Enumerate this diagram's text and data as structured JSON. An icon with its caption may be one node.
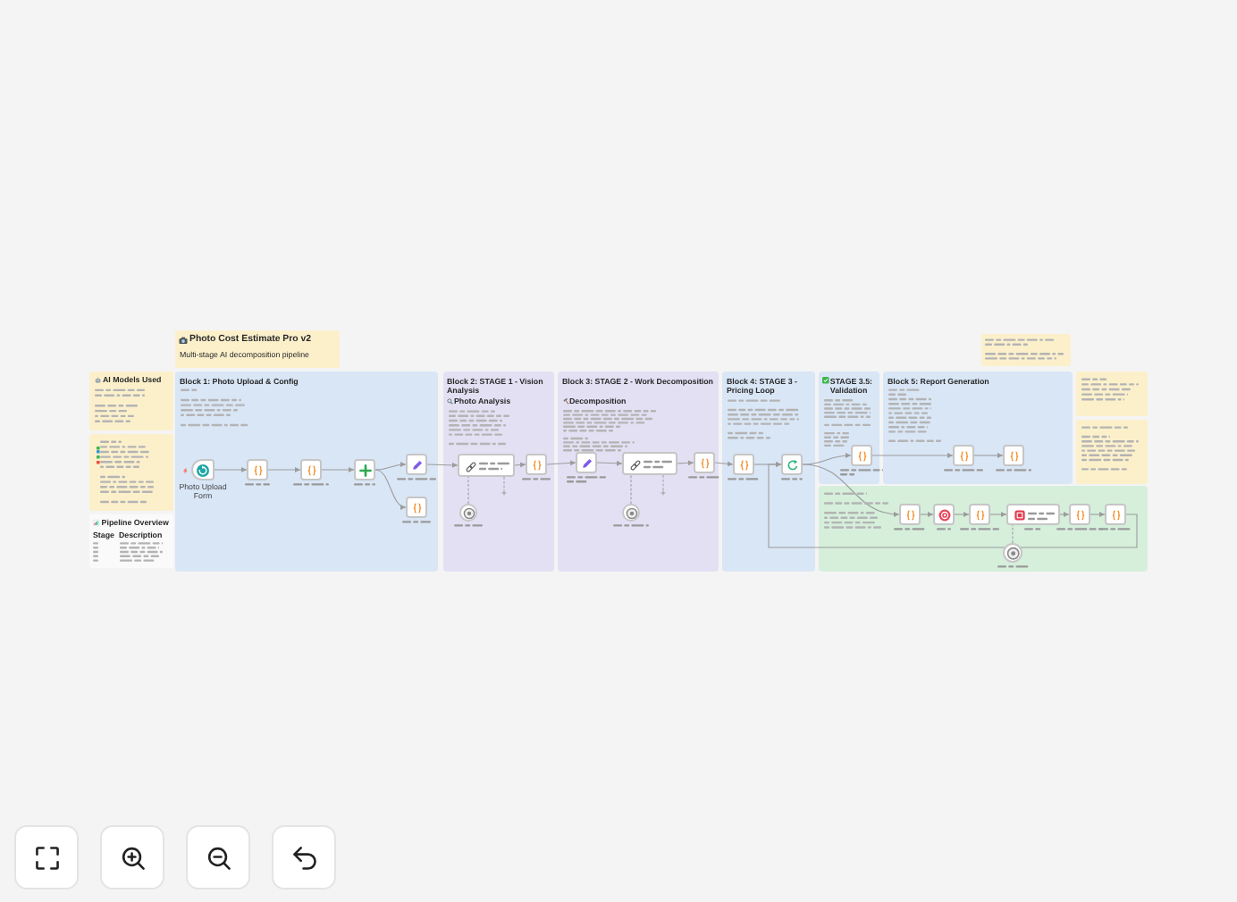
{
  "diagram": {
    "nodes": [
      {
        "text": [
          "Photo Cost Estimate Pro v2",
          "Multi-stage AI decomposition pipeline"
        ]
      },
      {
        "text": [
          "AI Models Used"
        ]
      },
      {
        "text": [],
        "shape": "box"
      },
      {
        "text": [
          "Pipeline Overview",
          "Stage",
          "Description"
        ]
      },
      {
        "text": [
          "Block 1: Photo Upload & Config"
        ]
      },
      {
        "text": [
          "Block 2: STAGE 1 - Vision Analysis",
          "Photo Analysis"
        ]
      },
      {
        "text": [
          "Block 3: STAGE 2 - Work Decomposition",
          "Decomposition"
        ]
      },
      {
        "text": [
          "Block 4: STAGE 3 - Pricing Loop"
        ]
      },
      {
        "text": [
          "STAGE 3.5: Validation"
        ]
      },
      {
        "text": [
          "Block 5: Report Generation"
        ]
      },
      {
        "text": [],
        "shape": "box"
      },
      {
        "text": [],
        "shape": "box"
      },
      {
        "text": [],
        "shape": "box"
      },
      {
        "text": [],
        "shape": "box"
      },
      {
        "text": [],
        "shape": "box",
        "in": 4,
        "beside": [
          "Photo Upload Form"
        ]
      },
      {
        "text": [],
        "shape": "box",
        "in": 4
      },
      {
        "text": [],
        "shape": "box",
        "in": 4
      },
      {
        "text": [],
        "shape": "box",
        "in": 4
      },
      {
        "text": [],
        "shape": "box",
        "in": 4
      },
      {
        "text": [],
        "shape": "box",
        "in": 4
      },
      {
        "text": [],
        "shape": "box",
        "in": 5
      },
      {
        "text": [],
        "shape": "circle",
        "in": 5
      },
      {
        "text": [],
        "shape": "box",
        "in": 5
      },
      {
        "text": [],
        "shape": "box",
        "in": 6
      },
      {
        "text": [],
        "shape": "box",
        "in": 6
      },
      {
        "text": [],
        "shape": "circle",
        "in": 6
      },
      {
        "text": [],
        "shape": "box",
        "in": 6
      },
      {
        "text": [],
        "shape": "box",
        "in": 7
      },
      {
        "text": [],
        "shape": "box",
        "in": 7
      },
      {
        "text": [],
        "shape": "box",
        "in": 8
      },
      {
        "text": [],
        "shape": "box",
        "in": 9
      },
      {
        "text": [],
        "shape": "box",
        "in": 9
      },
      {
        "text": [],
        "shape": "box",
        "in": 10
      },
      {
        "text": [],
        "shape": "box",
        "in": 10
      },
      {
        "text": [],
        "shape": "box",
        "in": 10
      },
      {
        "text": [],
        "shape": "box",
        "in": 10
      },
      {
        "text": [],
        "shape": "box",
        "in": 10
      },
      {
        "text": [],
        "shape": "box",
        "in": 10
      },
      {
        "text": [],
        "shape": "circle",
        "in": 10
      }
    ],
    "edges": [
      {
        "from": 14,
        "to": 15,
        "arrow": "to"
      },
      {
        "from": 15,
        "to": 16,
        "arrow": "to"
      },
      {
        "from": 16,
        "to": 17,
        "arrow": "to"
      },
      {
        "from": 17,
        "to": 18,
        "arrow": "to"
      },
      {
        "from": 17,
        "to": 19,
        "arrow": "to"
      },
      {
        "from": 18,
        "to": 20,
        "arrow": "to"
      },
      {
        "from": 21,
        "to": 20,
        "arrow": "none",
        "style": "dashed"
      },
      {
        "from": 20,
        "to": 22,
        "arrow": "to"
      },
      {
        "from": 22,
        "to": 23,
        "arrow": "to"
      },
      {
        "from": 23,
        "to": 24,
        "arrow": "to"
      },
      {
        "from": 25,
        "to": 24,
        "arrow": "none",
        "style": "dashed"
      },
      {
        "from": 24,
        "to": 26,
        "arrow": "to"
      },
      {
        "from": 26,
        "to": 27,
        "arrow": "to"
      },
      {
        "from": 27,
        "to": 28,
        "arrow": "to"
      },
      {
        "from": 28,
        "to": 29,
        "arrow": "to"
      },
      {
        "from": 28,
        "to": 32,
        "arrow": "to"
      },
      {
        "from": 29,
        "to": 30,
        "arrow": "to"
      },
      {
        "from": 30,
        "to": 31,
        "arrow": "to"
      },
      {
        "from": 32,
        "to": 33,
        "arrow": "to"
      },
      {
        "from": 33,
        "to": 34,
        "arrow": "to"
      },
      {
        "from": 34,
        "to": 35,
        "arrow": "to"
      },
      {
        "from": 38,
        "to": 35,
        "arrow": "none",
        "style": "dashed"
      },
      {
        "from": 35,
        "to": 36,
        "arrow": "to"
      },
      {
        "from": 36,
        "to": 37,
        "arrow": "to"
      },
      {
        "from": 37,
        "to": 28,
        "arrow": "to"
      }
    ]
  }
}
